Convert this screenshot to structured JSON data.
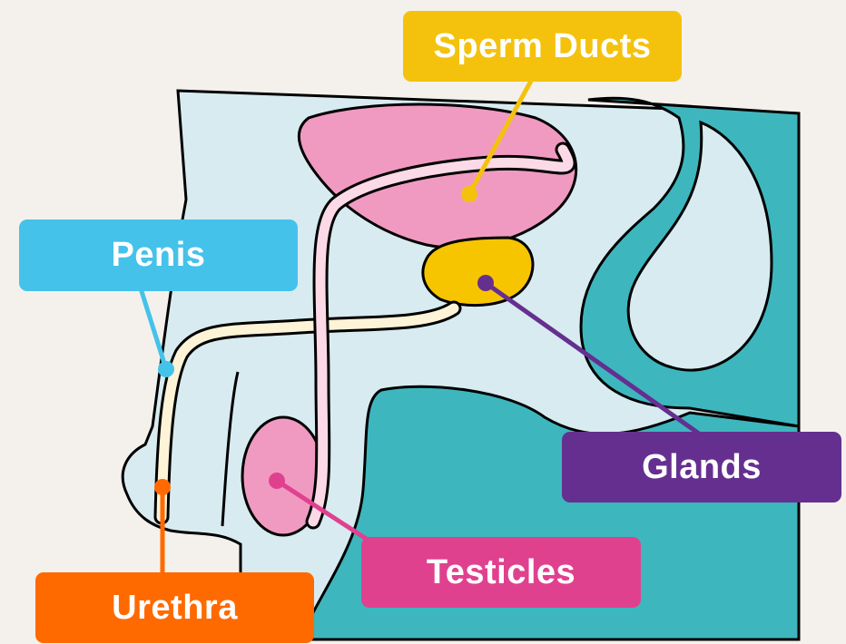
{
  "labels": {
    "sperm_ducts": "Sperm Ducts",
    "penis": "Penis",
    "glands": "Glands",
    "testicles": "Testicles",
    "urethra": "Urethra"
  },
  "colors": {
    "sperm_ducts": "#f4c20d",
    "penis": "#45c2ea",
    "glands": "#652f90",
    "testicles": "#e0418f",
    "urethra": "#ff6a00",
    "body": "#d8ebf0",
    "teal": "#3eb6be",
    "pink_organ": "#f09ac2",
    "duct": "#fbd9e6",
    "urethra_tube": "#fdf3d7",
    "gland_fill": "#f7c400"
  }
}
